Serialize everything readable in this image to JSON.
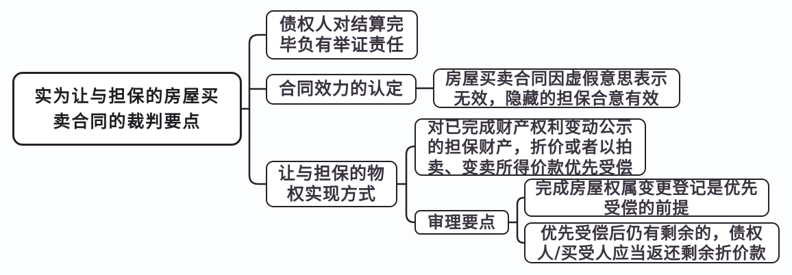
{
  "colors": {
    "background": "#fcfdfe",
    "stroke": "#222226",
    "text": "#39333f",
    "root_text": "#1d1d21",
    "node_bg": "#ffffff"
  },
  "root": {
    "lines": [
      "实为让与担保的房屋买",
      "卖合同的裁判要点"
    ]
  },
  "nodes": {
    "burden": {
      "lines": [
        "债权人对结算完",
        "毕负有举证责任"
      ]
    },
    "validity": {
      "lines": [
        "合同效力的认定"
      ]
    },
    "validity_detail": {
      "lines": [
        "房屋买卖合同因虚假意思表示",
        "无效，隐藏的担保合意有效"
      ]
    },
    "realization": {
      "lines": [
        "让与担保的物",
        "权实现方式"
      ]
    },
    "realization_detail": {
      "lines": [
        "对已完成财产权利变动公示",
        "的担保财产，折价或者以拍",
        "卖、变卖所得价款优先受偿"
      ]
    },
    "trial": {
      "lines": [
        "审理要点"
      ]
    },
    "premise": {
      "lines": [
        "完成房屋权属变更登记是优先",
        "受偿的前提"
      ]
    },
    "refund": {
      "lines": [
        "优先受偿后仍有剩余的，债权",
        "人/买受人应当返还剩余折价款"
      ]
    }
  }
}
